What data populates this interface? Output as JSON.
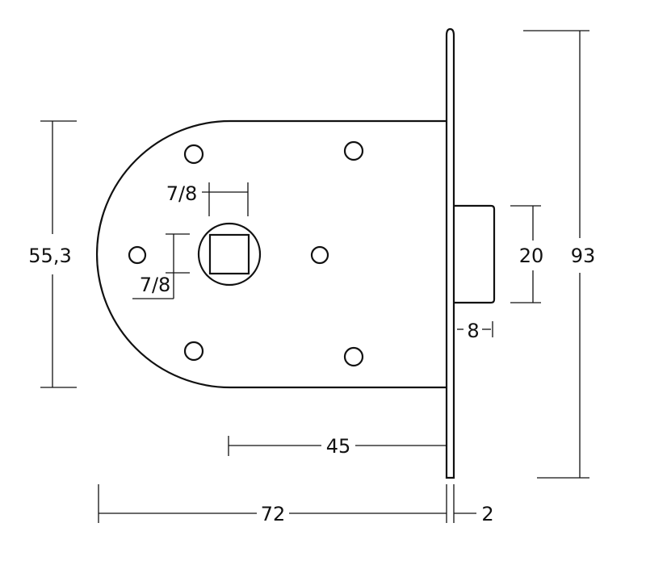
{
  "title": "Mortise lock dimension drawing",
  "dimensions": {
    "body_height": "55,3",
    "faceplate_height": "93",
    "bolt_height": "20",
    "bolt_throw": "8",
    "backset": "45",
    "body_depth": "72",
    "faceplate_thickness": "2",
    "spindle_width": "7/8",
    "spindle_height": "7/8"
  }
}
